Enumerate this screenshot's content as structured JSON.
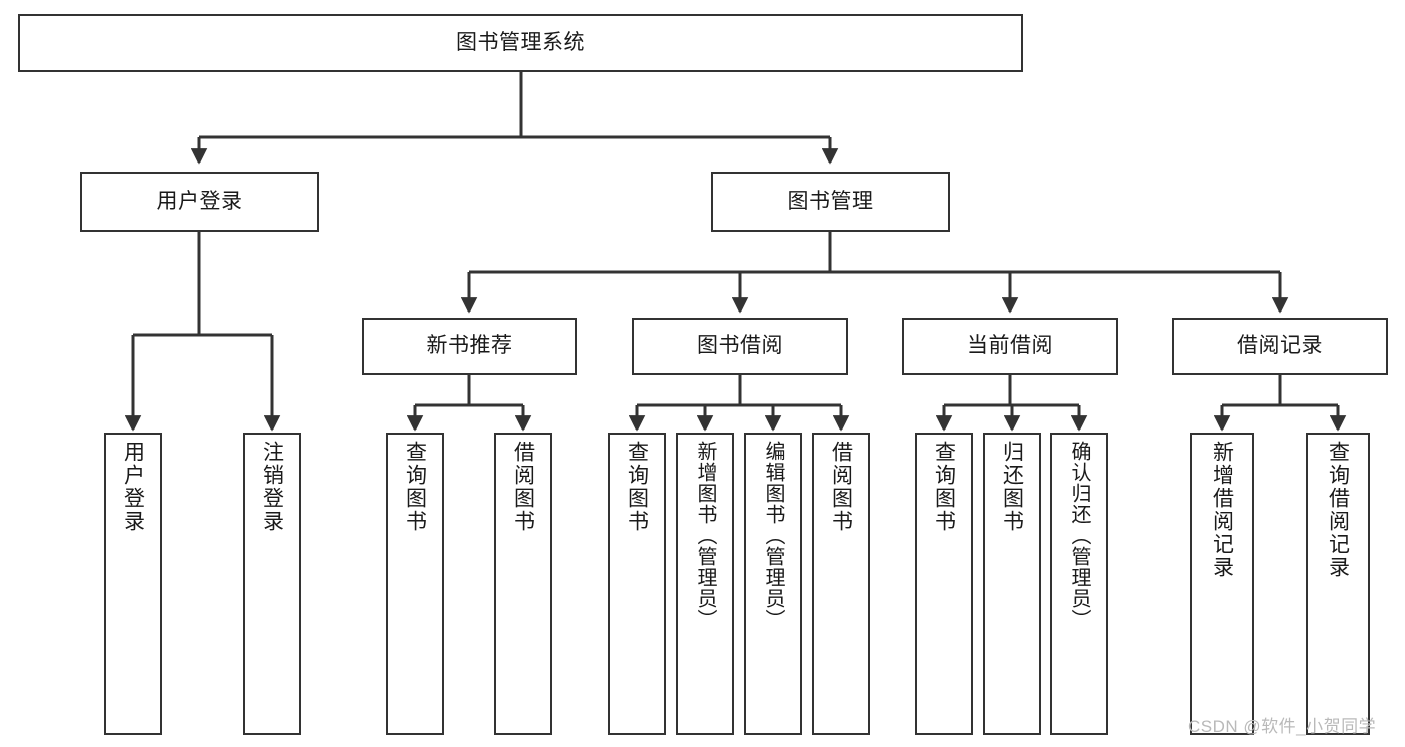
{
  "diagram": {
    "title": "图书管理系统",
    "type": "hierarchy",
    "root": {
      "id": "root",
      "label": "图书管理系统",
      "orientation": "horizontal"
    },
    "level1": [
      {
        "id": "user-login",
        "label": "用户登录",
        "orientation": "horizontal"
      },
      {
        "id": "book-manage",
        "label": "图书管理",
        "orientation": "horizontal"
      }
    ],
    "level2": [
      {
        "id": "new-book-recommend",
        "label": "新书推荐",
        "orientation": "horizontal",
        "parent": "book-manage"
      },
      {
        "id": "book-borrow",
        "label": "图书借阅",
        "orientation": "horizontal",
        "parent": "book-manage"
      },
      {
        "id": "current-borrow",
        "label": "当前借阅",
        "orientation": "horizontal",
        "parent": "book-manage"
      },
      {
        "id": "borrow-record",
        "label": "借阅记录",
        "orientation": "horizontal",
        "parent": "book-manage"
      }
    ],
    "leaves": [
      {
        "id": "leaf-user-login",
        "label": "用户登录",
        "parent": "user-login"
      },
      {
        "id": "leaf-logout-login",
        "label": "注销登录",
        "parent": "user-login"
      },
      {
        "id": "leaf-query-book-1",
        "label": "查询图书",
        "parent": "new-book-recommend"
      },
      {
        "id": "leaf-borrow-book-1",
        "label": "借阅图书",
        "parent": "new-book-recommend"
      },
      {
        "id": "leaf-query-book-2",
        "label": "查询图书",
        "parent": "book-borrow"
      },
      {
        "id": "leaf-add-book",
        "label": "新增图书（管理员）",
        "parent": "book-borrow"
      },
      {
        "id": "leaf-edit-book",
        "label": "编辑图书（管理员）",
        "parent": "book-borrow"
      },
      {
        "id": "leaf-borrow-book-2",
        "label": "借阅图书",
        "parent": "book-borrow"
      },
      {
        "id": "leaf-query-book-3",
        "label": "查询图书",
        "parent": "current-borrow"
      },
      {
        "id": "leaf-return-book",
        "label": "归还图书",
        "parent": "current-borrow"
      },
      {
        "id": "leaf-confirm-return",
        "label": "确认归还（管理员）",
        "parent": "current-borrow"
      },
      {
        "id": "leaf-add-record",
        "label": "新增借阅记录",
        "parent": "borrow-record"
      },
      {
        "id": "leaf-query-record",
        "label": "查询借阅记录",
        "parent": "borrow-record"
      }
    ],
    "colors": {
      "border": "#333333",
      "text": "#1a1a1a",
      "background": "#ffffff",
      "watermark": "#b9b9b9"
    }
  },
  "watermark": {
    "text": "CSDN @软件_小贺同学"
  }
}
